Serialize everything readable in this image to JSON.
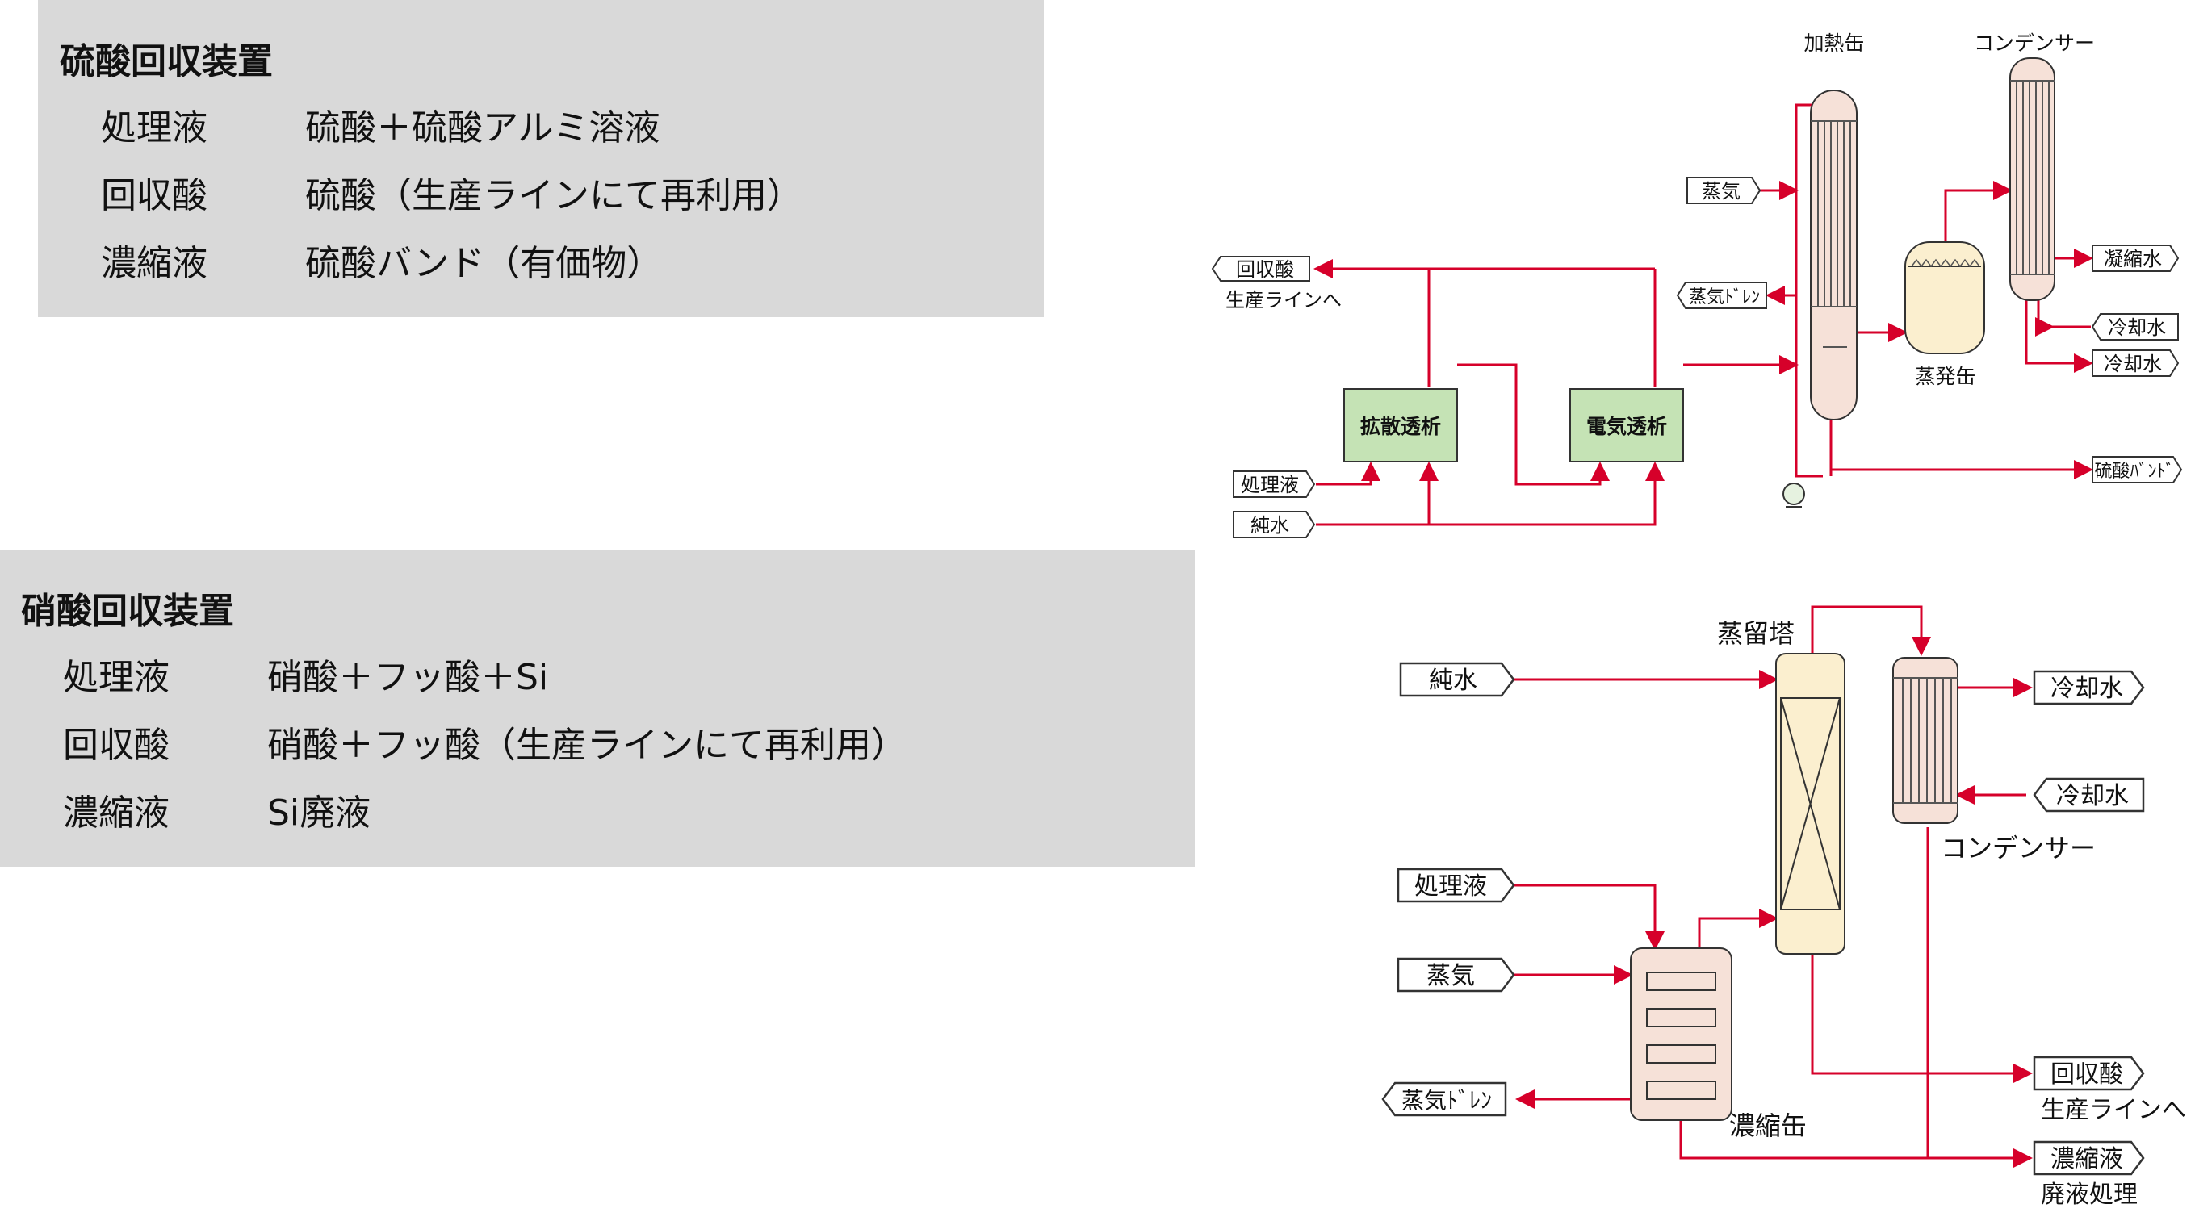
{
  "sulfuric": {
    "title": "硫酸回収装置",
    "rows": [
      {
        "label": "処理液",
        "value": "硫酸＋硫酸アルミ溶液"
      },
      {
        "label": "回収酸",
        "value": "硫酸（生産ラインにて再利用）"
      },
      {
        "label": "濃縮液",
        "value": "硫酸バンド（有価物）"
      }
    ]
  },
  "nitric": {
    "title": "硝酸回収装置",
    "rows": [
      {
        "label": "処理液",
        "value": "硝酸＋フッ酸＋Si"
      },
      {
        "label": "回収酸",
        "value": "硝酸＋フッ酸（生産ラインにて再利用）"
      },
      {
        "label": "濃縮液",
        "value": "Si廃液"
      }
    ]
  },
  "diagram_top": {
    "equipment": {
      "heater": "加熱缶",
      "condenser": "コンデンサー",
      "evaporator": "蒸発缶",
      "diffusion_dialysis": "拡散透析",
      "electrodialysis": "電気透析"
    },
    "tags": {
      "recovered_acid": "回収酸",
      "recovered_acid_sub": "生産ラインへ",
      "steam": "蒸気",
      "steam_drain": "蒸気ﾄﾞﾚﾝ",
      "condensate": "凝縮水",
      "cooling_water_in": "冷却水",
      "cooling_water_out": "冷却水",
      "sulfate_band": "硫酸ﾊﾞﾝﾄﾞ",
      "process_liquid": "処理液",
      "pure_water": "純水"
    }
  },
  "diagram_bottom": {
    "equipment": {
      "column": "蒸留塔",
      "condenser": "コンデンサー",
      "concentrator": "濃縮缶"
    },
    "tags": {
      "pure_water": "純水",
      "cooling_water_out": "冷却水",
      "cooling_water_in": "冷却水",
      "process_liquid": "処理液",
      "steam": "蒸気",
      "steam_drain": "蒸気ﾄﾞﾚﾝ",
      "recovered_acid": "回収酸",
      "recovered_acid_sub": "生産ラインへ",
      "concentrate": "濃縮液",
      "concentrate_sub": "廃液処理"
    }
  },
  "colors": {
    "panel_bg": "#d9d9d9",
    "line": "#d6002a",
    "dialysis_fill": "#c5e3b5",
    "vessel_fill": "#f6e1d8",
    "column_fill": "#fbefcf"
  }
}
